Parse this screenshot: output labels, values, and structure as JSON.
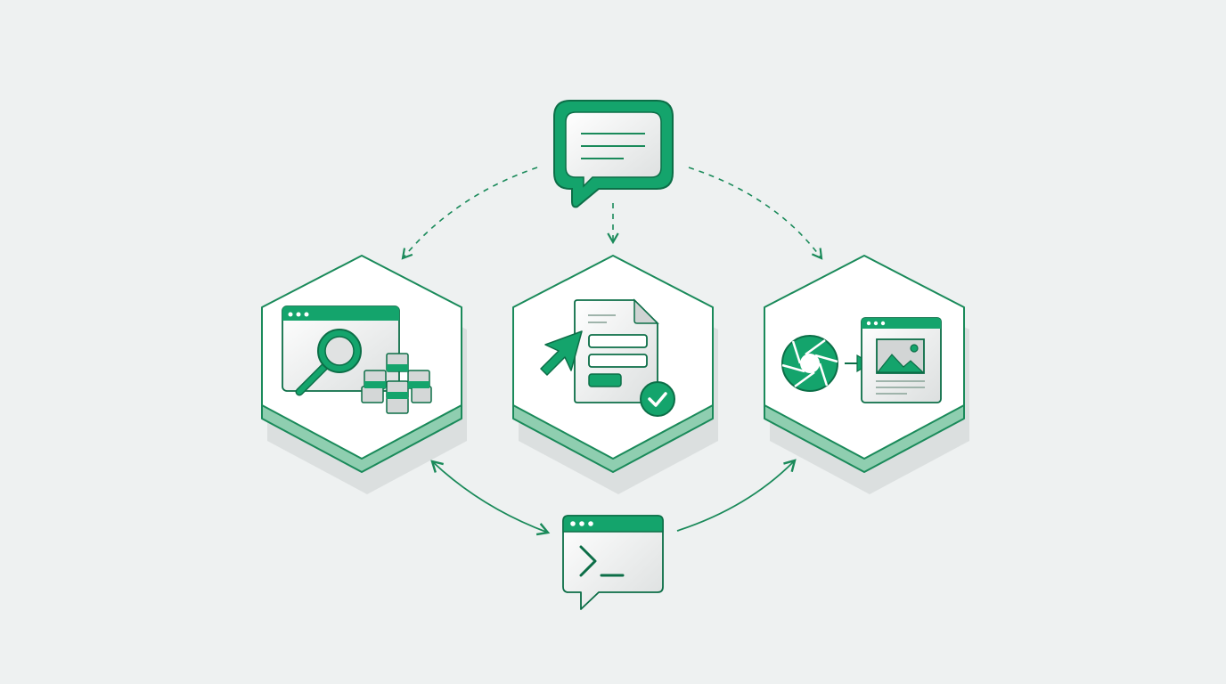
{
  "colors": {
    "background": "#eef1f1",
    "accent": "#14a46c",
    "accent_dark": "#0c6e47",
    "card": "#ffffff",
    "base_light": "#8fceb0",
    "panel": "#e6e8e8"
  },
  "nodes": [
    {
      "id": "prompt",
      "icon": "chat-bubble-icon"
    },
    {
      "id": "search",
      "icon": "browser-search-blocks-icon"
    },
    {
      "id": "form",
      "icon": "form-document-cursor-check-icon"
    },
    {
      "id": "capture",
      "icon": "camera-aperture-to-image-icon"
    },
    {
      "id": "terminal",
      "icon": "terminal-chat-icon"
    }
  ],
  "connectors": [
    {
      "from": "prompt",
      "to": "search",
      "style": "dashed"
    },
    {
      "from": "prompt",
      "to": "form",
      "style": "dashed"
    },
    {
      "from": "prompt",
      "to": "capture",
      "style": "dashed"
    },
    {
      "from": "search",
      "to": "terminal",
      "style": "solid",
      "bidirectional": true
    },
    {
      "from": "terminal",
      "to": "capture",
      "style": "solid"
    }
  ]
}
